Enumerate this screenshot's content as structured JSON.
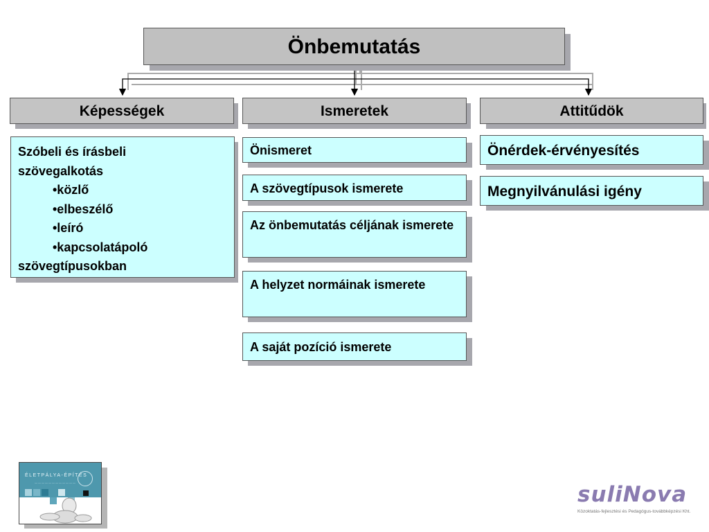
{
  "root": {
    "title": "Önbemutatás"
  },
  "columns": [
    {
      "label": "Képességek",
      "items": [
        {
          "line1": "Szóbeli és írásbeli",
          "line2": "szövegalkotás",
          "bullets": [
            "•közlő",
            "•elbeszélő",
            "•leíró",
            "•kapcsolatápoló"
          ],
          "line_end": "szövegtípusokban"
        }
      ]
    },
    {
      "label": "Ismeretek",
      "items": [
        {
          "text": "Önismeret"
        },
        {
          "text": "A szövegtípusok ismerete"
        },
        {
          "text": "Az önbemutatás céljának ismerete"
        },
        {
          "text": "A helyzet normáinak ismerete"
        },
        {
          "text": "A saját pozíció ismerete"
        }
      ]
    },
    {
      "label": "Attitűdök",
      "items": [
        {
          "text": "Önérdek-érvényesítés"
        },
        {
          "text": "Megnyilvánulási igény"
        }
      ]
    }
  ],
  "logos": {
    "book_title": "ÉLETPÁLYA-ÉPÍTÉS",
    "brand": "suliNova",
    "brand_tagline": "Közoktatás-fejlesztési és Pedagógus-továbbképzési Kht."
  },
  "colors": {
    "header_fill": "#c4c4c4",
    "item_fill": "#ccffff",
    "shadow": "#a7a7ad",
    "brand_purple": "#7b6a9e",
    "brand_red": "#c0392b"
  }
}
